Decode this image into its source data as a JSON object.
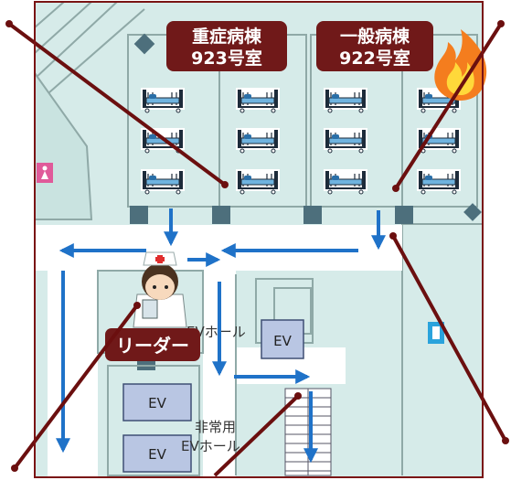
{
  "wards": [
    {
      "line1": "重症病棟",
      "line2": "923号室"
    },
    {
      "line1": "一般病棟",
      "line2": "922号室"
    }
  ],
  "leader_label": "リーダー",
  "elevator_label": "EV",
  "ev_hall_label": "EVホール",
  "emergency_hall_line1": "非常用",
  "emergency_hall_line2": "EVホール",
  "icons": [
    "fire-icon",
    "nurse-icon",
    "toilet-icon",
    "restroom-sign-icon",
    "hospital-bed-icon"
  ],
  "colors": {
    "label_bg": "#701919",
    "frame": "#7a1414",
    "arrow": "#1f72c8",
    "floor": "#d6ebe9",
    "corridor": "#ffffff",
    "wall": "#8fa9a7"
  }
}
